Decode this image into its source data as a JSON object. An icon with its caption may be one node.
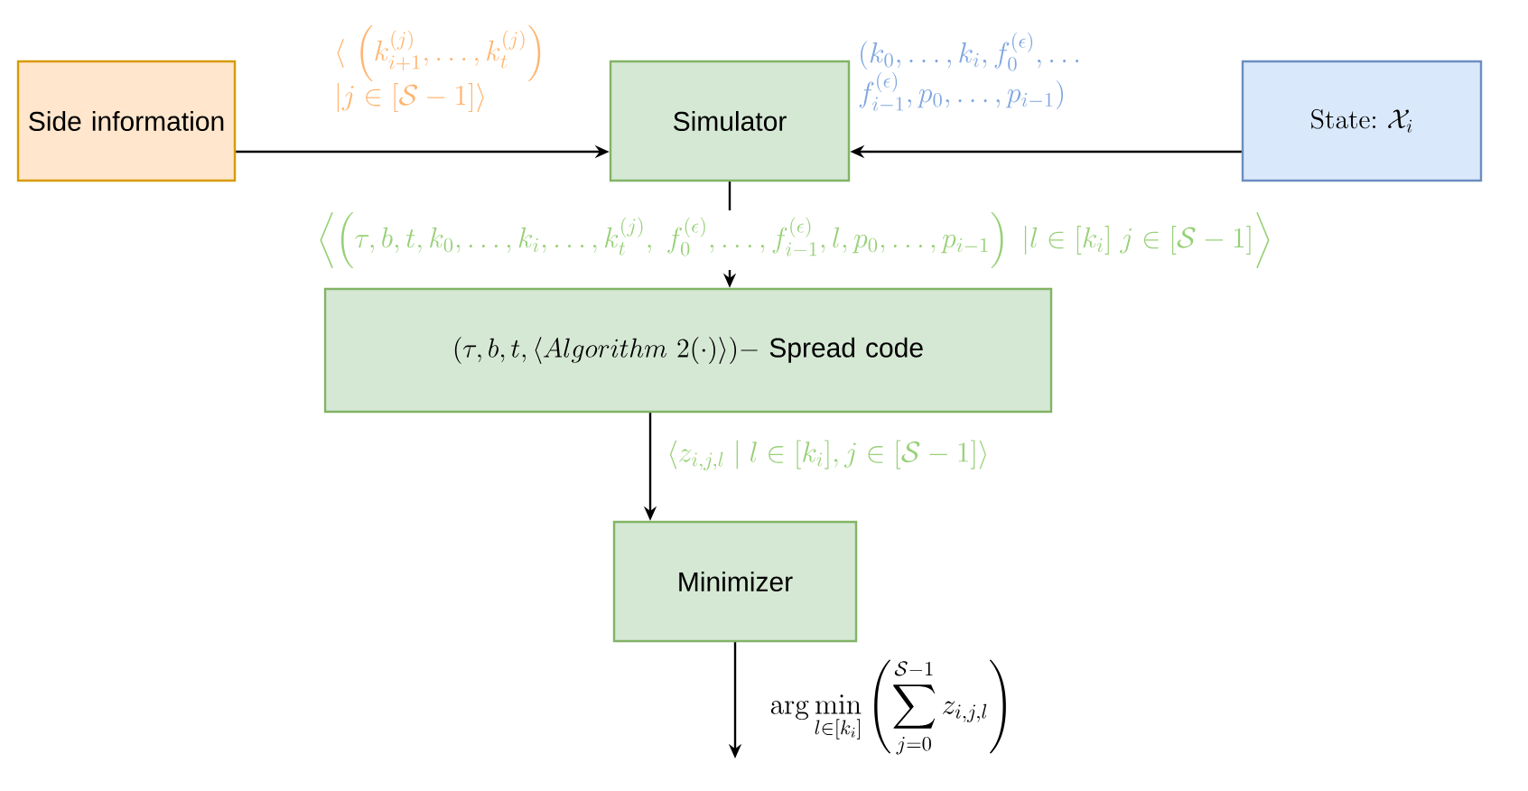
{
  "diagram": {
    "nodes": [
      {
        "text": [
          "Side information"
        ]
      },
      {
        "text": [
          "Simulator"
        ]
      },
      {
        "text": [
          "\\mathrm{State{:}}\\ \\mathcal{X}_i"
        ]
      },
      {
        "text": [
          "(\\tau, b, t, \\langle Algorithm\\ 2(\\cdot)\\rangle)-",
          "Spread code"
        ]
      },
      {
        "text": [
          "Minimizer"
        ]
      }
    ],
    "edges": [
      {
        "from": 0,
        "to": 1,
        "arrow": "to",
        "label": "\\langle\\ \\Big(k^{(j)}_{i+1},\\dots,k^{(j)}_t\\Big)\\allowbreak\\ |j\\in[\\mathcal{S}-1]\\rangle"
      },
      {
        "from": 2,
        "to": 1,
        "arrow": "to",
        "label": "(k_0,\\dots,k_i,f^{(\\epsilon)}_0,\\dots\\allowbreak\\ f^{(\\epsilon)}_{i-1},p_0,\\dots,p_{i-1})"
      },
      {
        "from": 1,
        "to": 3,
        "arrow": "to",
        "label": "\\left\\langle\\left(\\tau,b,t,k_0,\\dots,k_i,\\dots,k^{(j)}_t,\\ f^{(\\epsilon)}_0,\\dots,f^{(\\epsilon)}_{i-1},l,p_0,\\dots,p_{i-1}\\right)\\ |l\\in[k_i]\\ j\\in[\\mathcal{S}-1]\\right\\rangle"
      },
      {
        "from": 3,
        "to": 4,
        "arrow": "to",
        "label": "\\langle z_{i,j,l}\\mid l\\in[k_i],j\\in[\\mathcal{S}-1]\\rangle"
      },
      {
        "from": 4,
        "to": null,
        "arrow": "to",
        "label": "\\arg\\min_{l\\in[k_i]}\\left(\\sum_{j=0}^{\\mathcal{S}-1} z_{i,j,l}\\right)"
      }
    ]
  }
}
